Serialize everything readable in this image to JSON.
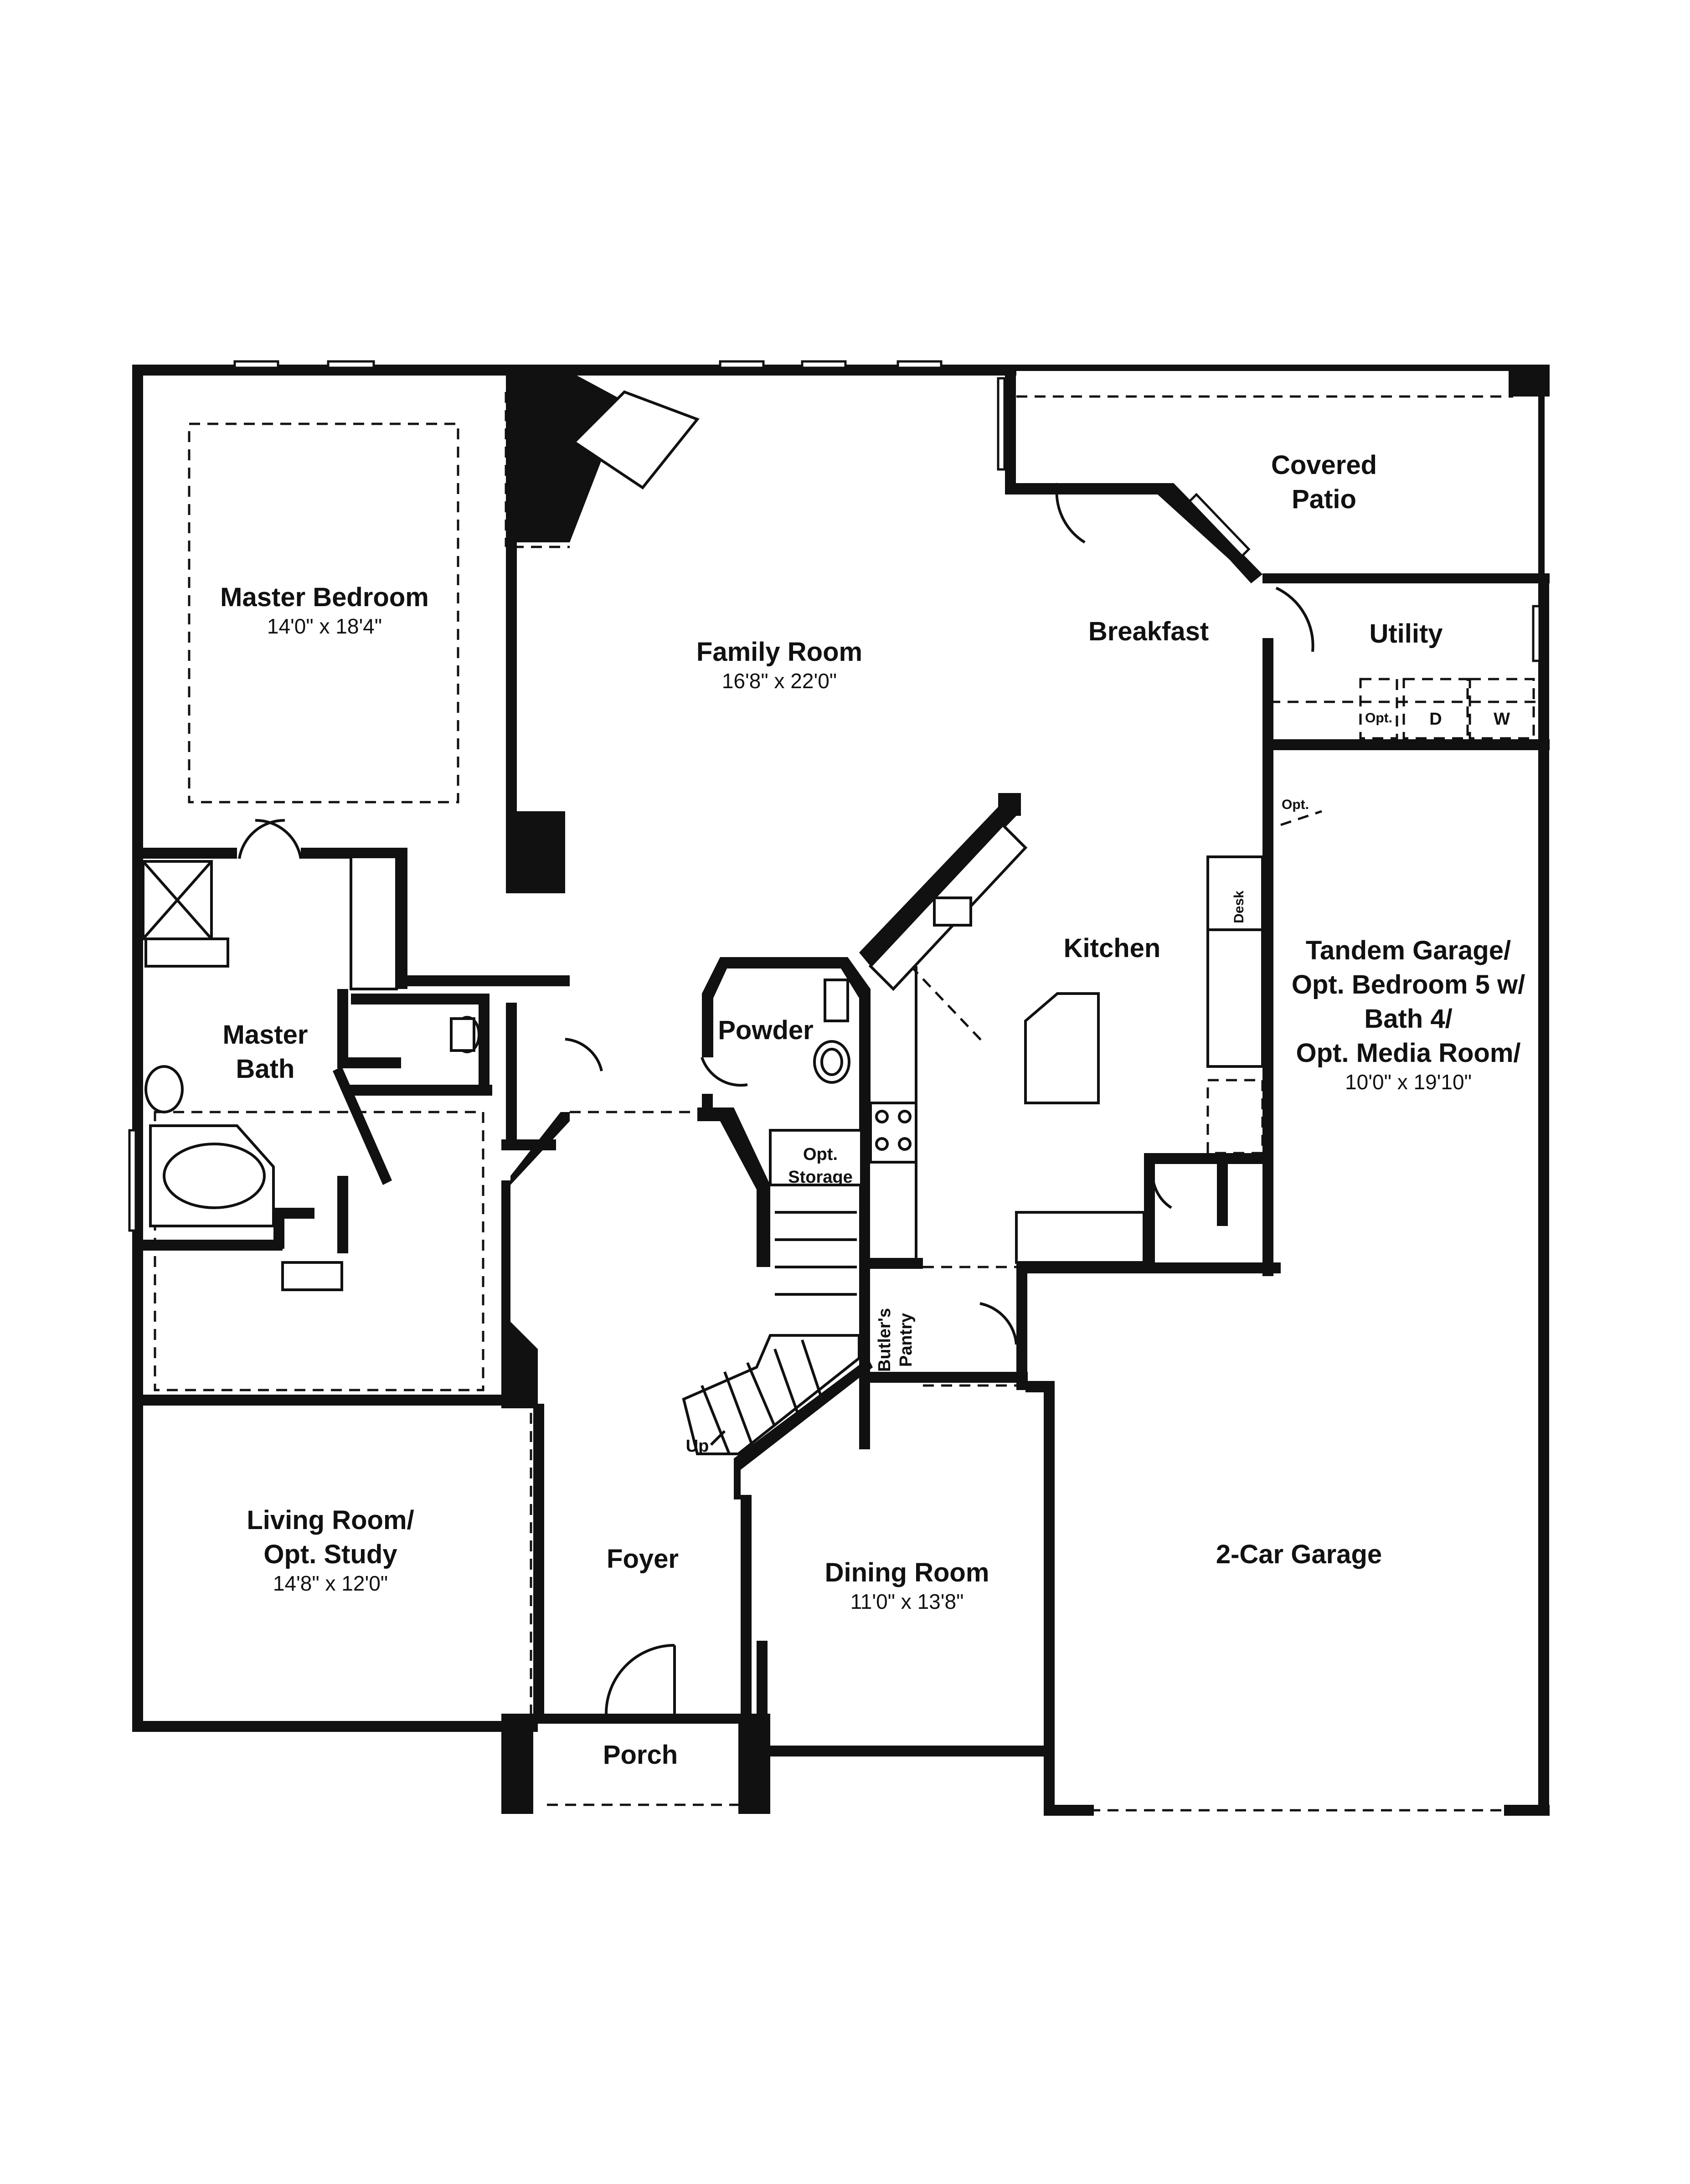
{
  "rooms": {
    "master_bedroom": {
      "name": "Master Bedroom",
      "size": "14'0\" x 18'4\""
    },
    "family_room": {
      "name": "Family Room",
      "size": "16'8\" x 22'0\""
    },
    "covered_patio": {
      "line1": "Covered",
      "line2": "Patio"
    },
    "breakfast": {
      "name": "Breakfast"
    },
    "utility": {
      "name": "Utility",
      "opt": "Opt.",
      "dryer": "D",
      "washer": "W"
    },
    "garage_door_opt": "Opt.",
    "kitchen": {
      "name": "Kitchen",
      "desk": "Desk"
    },
    "tandem_garage": {
      "line1": "Tandem Garage/",
      "line2": "Opt. Bedroom 5 w/",
      "line3": "Bath 4/",
      "line4": "Opt. Media Room/",
      "size": "10'0\" x 19'10\""
    },
    "master_bath": {
      "line1": "Master",
      "line2": "Bath"
    },
    "powder": {
      "name": "Powder"
    },
    "opt_storage": {
      "line1": "Opt.",
      "line2": "Storage"
    },
    "butlers_pantry": {
      "line1": "Butler's",
      "line2": "Pantry"
    },
    "stairs": {
      "up": "Up"
    },
    "living_room": {
      "line1": "Living Room/",
      "line2": "Opt. Study",
      "size": "14'8\" x 12'0\""
    },
    "foyer": {
      "name": "Foyer"
    },
    "dining_room": {
      "name": "Dining Room",
      "size": "11'0\" x 13'8\""
    },
    "two_car_garage": {
      "name": "2-Car Garage"
    },
    "porch": {
      "name": "Porch"
    }
  }
}
